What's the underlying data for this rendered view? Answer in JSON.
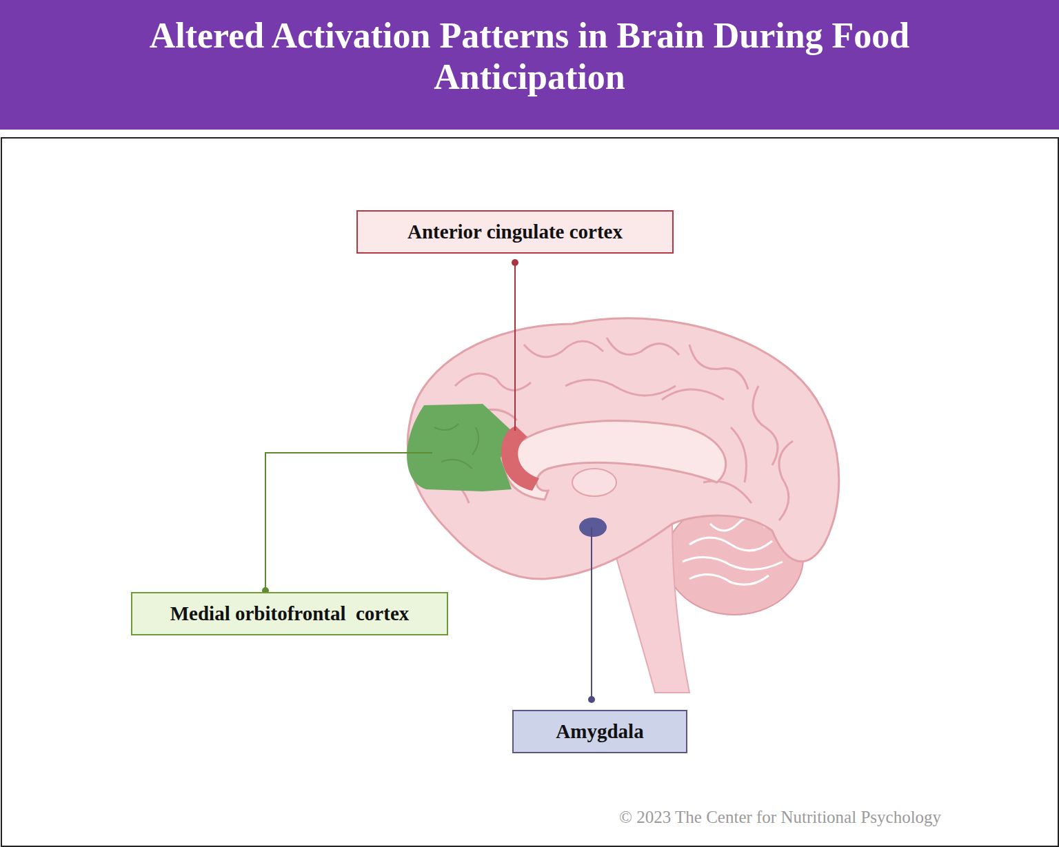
{
  "diagram": {
    "title": "Altered Activation Patterns in Brain During Food Anticipation",
    "nodes": [
      {
        "text": [
          "Anterior cingulate cortex"
        ]
      },
      {
        "text": [
          "Medial orbitofrontal  cortex"
        ]
      },
      {
        "text": [
          "Amygdala"
        ]
      }
    ],
    "labels": [
      "© 2023 The Center for Nutritional Psychology"
    ]
  }
}
